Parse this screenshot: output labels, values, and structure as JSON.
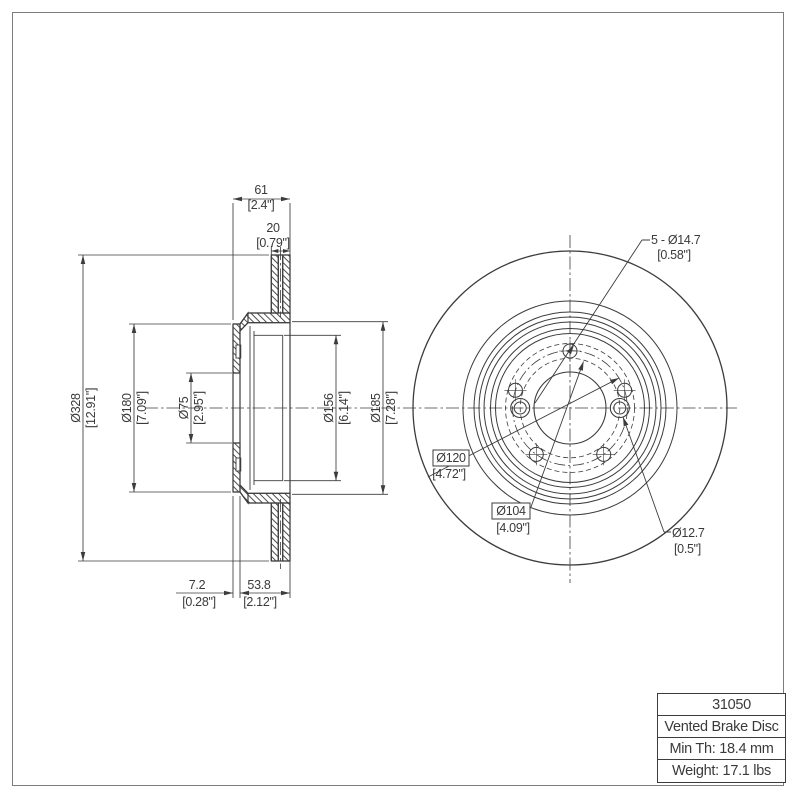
{
  "drawing": {
    "colors": {
      "line": "#3c3c3c",
      "text": "#3a3a3a",
      "frame": "#7d7d7d"
    },
    "dims": {
      "width_total": {
        "mm": "61",
        "in": "[2.4\"]"
      },
      "rotor_th": {
        "mm": "20",
        "in": "[0.79\"]"
      },
      "od": {
        "mm": "Ø328",
        "in": "[12.91\"]"
      },
      "flange_od": {
        "mm": "Ø180",
        "in": "[7.09\"]"
      },
      "bore": {
        "mm": "Ø75",
        "in": "[2.95\"]"
      },
      "hat_id": {
        "mm": "Ø156",
        "in": "[6.14\"]"
      },
      "hat_od": {
        "mm": "Ø185",
        "in": "[7.28\"]"
      },
      "flange_th": {
        "mm": "7.2",
        "in": "[0.28\"]"
      },
      "hat_depth": {
        "mm": "53.8",
        "in": "[2.12\"]"
      },
      "lug_holes": {
        "mm": "5 - Ø14.7",
        "in": "[0.58\"]"
      },
      "bolt_circle": {
        "mm": "Ø120",
        "in": "[4.72\"]"
      },
      "pin_circle": {
        "mm": "Ø104",
        "in": "[4.09\"]"
      },
      "pin_hole": {
        "mm": "Ø12.7",
        "in": "[0.5\"]"
      }
    },
    "title_block": {
      "part_number": "31050",
      "description": "Vented Brake Disc",
      "min_thickness": "Min Th: 18.4 mm",
      "weight": "Weight: 17.1 lbs"
    }
  }
}
